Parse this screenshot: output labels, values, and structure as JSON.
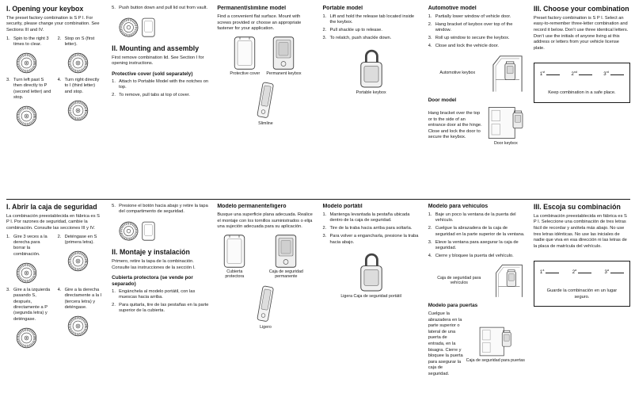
{
  "en": {
    "opening": {
      "title": "I. Opening your keybox",
      "intro": "The preset factory combination is S P I. For security, please change your combination. See Sections III and IV.",
      "steps": [
        {
          "num": "1.",
          "text": "Spin to the right 3 times to clear."
        },
        {
          "num": "2.",
          "text": "Stop on S (first letter)."
        },
        {
          "num": "3.",
          "text": "Turn left past S then directly to P (second letter) and stop."
        },
        {
          "num": "4.",
          "text": "Turn right directly to I (third letter) and stop."
        },
        {
          "num": "5.",
          "text": "Push button down and pull lid out from vault."
        }
      ]
    },
    "mounting": {
      "title": "II. Mounting and assembly",
      "intro": "First remove combination lid. See Section I for opening instructions.",
      "cover_heading": "Protective cover (sold separately)",
      "steps": [
        {
          "num": "1.",
          "text": "Attach to Portable Model with the notches on top."
        },
        {
          "num": "2.",
          "text": "To remove, pull tabs at top of cover."
        }
      ]
    },
    "permanent": {
      "title": "Permanent/slimline model",
      "intro": "Find a convenient flat surface. Mount with screws provided or choose an appropriate fastener for your application.",
      "caption_cover": "Protective cover",
      "caption_keybox": "Permanent keybox",
      "caption_slimline": "Slimline"
    },
    "portable": {
      "title": "Portable model",
      "steps": [
        {
          "num": "1.",
          "text": "Lift and hold the release tab located inside the keybox."
        },
        {
          "num": "2.",
          "text": "Pull shackle up to release."
        },
        {
          "num": "3.",
          "text": "To relatch, push shackle down."
        }
      ],
      "caption": "Portable keybox"
    },
    "automotive": {
      "title": "Automotive model",
      "steps": [
        {
          "num": "1.",
          "text": "Partially lower window of vehicle door."
        },
        {
          "num": "2.",
          "text": "Hang bracket of keybox over top of the window."
        },
        {
          "num": "3.",
          "text": "Roll up window to secure the keybox."
        },
        {
          "num": "4.",
          "text": "Close and lock the vehicle door."
        }
      ],
      "caption": "Automotive keybox",
      "door_title": "Door model",
      "door_text": "Hang bracket over the top or to the side of an entrance door at the hinge. Close and lock the door to secure the keybox.",
      "door_caption": "Door keybox"
    },
    "choose": {
      "title": "III. Choose your combination",
      "text": "Preset factory combination is S P I. Select an easy-to-remember three-letter combination and record it below. Don’t use three identical letters. Don’t use the initials of anyone living at this address or letters from your vehicle license plate.",
      "slots": [
        {
          "n": "1",
          "s": "st"
        },
        {
          "n": "2",
          "s": "nd"
        },
        {
          "n": "3",
          "s": "rd"
        }
      ],
      "note": "Keep combination in a safe place."
    }
  },
  "es": {
    "opening": {
      "title": "I. Abrir la caja de seguridad",
      "intro": "La combinación preestablecida en fábrica es S P I. Por razones de seguridad, cambie la combinación. Consulte las secciones III y IV.",
      "steps": [
        {
          "num": "1.",
          "text": "Gire 3 veces a la derecha para borrar la combinación."
        },
        {
          "num": "2.",
          "text": "Deténgase en S (primera letra)."
        },
        {
          "num": "3.",
          "text": "Gire a la izquierda pasando S, después, directamente a P (segunda letra) y deténgase."
        },
        {
          "num": "4.",
          "text": "Gire a la derecha directamente a la I (tercera letra) y deténgase."
        },
        {
          "num": "5.",
          "text": "Presione el botón hacia abajo y retire la tapa del compartimento de seguridad."
        }
      ]
    },
    "mounting": {
      "title": "II. Montaje y instalación",
      "intro": "Primero, retire la tapa de la combinación. Consulte las instrucciones de la sección I.",
      "cover_heading": "Cubierta protectora (se vende por separado)",
      "steps": [
        {
          "num": "1.",
          "text": "Engánchela al modelo portátil, con las muescas hacia arriba."
        },
        {
          "num": "2.",
          "text": "Para quitarla, tire de las pestañas en la parte superior de la cubierta."
        }
      ]
    },
    "permanent": {
      "title": "Modelo permanente/ligero",
      "intro": "Busque una superficie plana adecuada. Realice el montaje con los tornillos suministrados o elija una sujeción adecuada para su aplicación.",
      "caption_cover": "Cubierta protectora",
      "caption_keybox": "Caja de seguridad permanente",
      "caption_slimline": "Ligero"
    },
    "portable": {
      "title": "Modelo portátil",
      "steps": [
        {
          "num": "1.",
          "text": "Mantenga levantada la pestaña ubicada dentro de la caja de seguridad."
        },
        {
          "num": "2.",
          "text": "Tire de la traba hacia arriba para soltarla."
        },
        {
          "num": "3.",
          "text": "Para volver a engancharla, presione la traba hacia abajo."
        }
      ],
      "caption": "Ligera Caja de seguridad portátil"
    },
    "automotive": {
      "title": "Modelo para vehículos",
      "steps": [
        {
          "num": "1.",
          "text": "Baje un poco la ventana de la puerta del vehículo."
        },
        {
          "num": "2.",
          "text": "Cuelgue la abrazadera de la caja de seguridad en la parte superior de la ventana."
        },
        {
          "num": "3.",
          "text": "Eleve la ventana para asegurar la caja de seguridad."
        },
        {
          "num": "4.",
          "text": "Cierre y bloquee la puerta del vehículo."
        }
      ],
      "caption": "Caja de seguridad para vehículos",
      "door_title": "Modelo para puertas",
      "door_text": "Cuelgue la abrazadera en la parte superior o lateral de una puerta de entrada, en la bisagra. Cierre y bloquee la puerta para asegurar la caja de seguridad.",
      "door_caption": "Caja de seguridad para puertas"
    },
    "choose": {
      "title": "III. Escoja su combinación",
      "text": "La combinación preestablecida en fábrica es S P I. Seleccione una combinación de tres letras fácil de recordar y anótela más abajo. No use tres letras idénticas. No use las iniciales de nadie que viva en esa dirección ni las letras de la placa de matrícula del vehículo.",
      "slots": [
        {
          "n": "1",
          "s": "a"
        },
        {
          "n": "2",
          "s": "a"
        },
        {
          "n": "3",
          "s": "a"
        }
      ],
      "note": "Guarde la combinación en un lugar seguro."
    }
  }
}
